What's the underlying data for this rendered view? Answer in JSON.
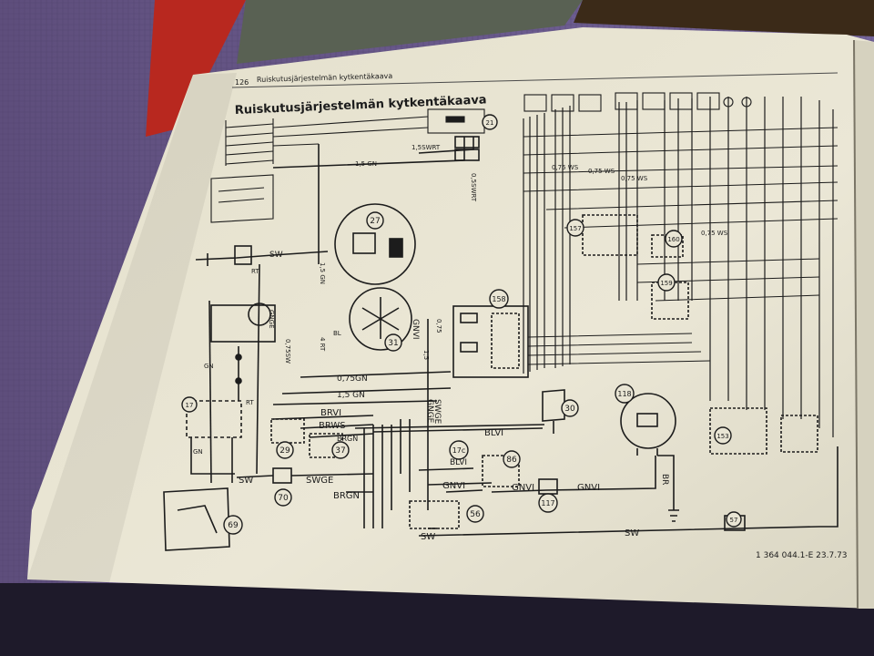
{
  "page": {
    "header": "Ruiskutusjärjestelmän kytkentäkaava",
    "running_header": "Ruiskutusjärjestelmän kytkentäkaava",
    "page_number": "126",
    "catalog_number": "1 364 044.1-E 23.7.73"
  },
  "components": [
    {
      "id": "c27",
      "number": "27"
    },
    {
      "id": "c31",
      "number": "31"
    },
    {
      "id": "c29",
      "number": "29"
    },
    {
      "id": "c37",
      "number": "37"
    },
    {
      "id": "c70",
      "number": "70"
    },
    {
      "id": "c69",
      "number": "69"
    },
    {
      "id": "c158",
      "number": "158"
    },
    {
      "id": "c30",
      "number": "30"
    },
    {
      "id": "c118",
      "number": "118"
    },
    {
      "id": "c86",
      "number": "86"
    },
    {
      "id": "c117",
      "number": "117"
    },
    {
      "id": "c56",
      "number": "56"
    },
    {
      "id": "c17c",
      "number": "17c"
    },
    {
      "id": "c157",
      "number": "157"
    },
    {
      "id": "c159",
      "number": "159"
    },
    {
      "id": "c160",
      "number": "160"
    },
    {
      "id": "c153",
      "number": "153"
    },
    {
      "id": "c57",
      "number": "57"
    },
    {
      "id": "c17",
      "number": "17"
    },
    {
      "id": "c21",
      "number": "21"
    }
  ],
  "wire_labels": {
    "sw_top": "SW",
    "gn_15": "1,5 GN",
    "gn_075": "0,75GN",
    "gn_15_lower": "1,5 GN",
    "brvi": "BRVI",
    "brws": "BRWS",
    "brgn_a": "BRGN",
    "brgn_b": "BRGN",
    "blvi": "BLVI",
    "blvi_b": "BLVI",
    "gnvi_a": "GNVI",
    "gnvi_b": "GNVI",
    "gnvi_c": "GNVI",
    "sw_bottom": "SW",
    "sw_lower": "SW",
    "swge": "SWGE",
    "sw_left": "SW",
    "swge_v": "SWGE",
    "gnge_v": "GNGE",
    "gnvi_v": "GNVI",
    "br_v": "BR",
    "gnge_left": "GNGE",
    "ws_075_a": "0,75 WS",
    "ws_075_b": "0,75 WS",
    "ws_075_c": "0,75 WS",
    "ws_075_d": "0,75 WS",
    "swrt_15": "1,5SWRT",
    "swrt_v": "0,5SWRT",
    "gn_v": "1,5 GN",
    "rt_a": "RT",
    "rt_b": "RT",
    "gn_a": "GN",
    "gn_b": "GN",
    "rt_4": "4 RT",
    "sw_075": "0,75SW",
    "bl": "BL",
    "gn_15v": "1,5",
    "gn_075v": "0,75"
  },
  "colors": {
    "paper": "#e7e3d2",
    "ink": "#1c1c1c",
    "backdrop": "#2a2230",
    "cloth_purple": "#6b5a86",
    "book_red": "#b8281f",
    "cloth_gray": "#5a6052"
  }
}
